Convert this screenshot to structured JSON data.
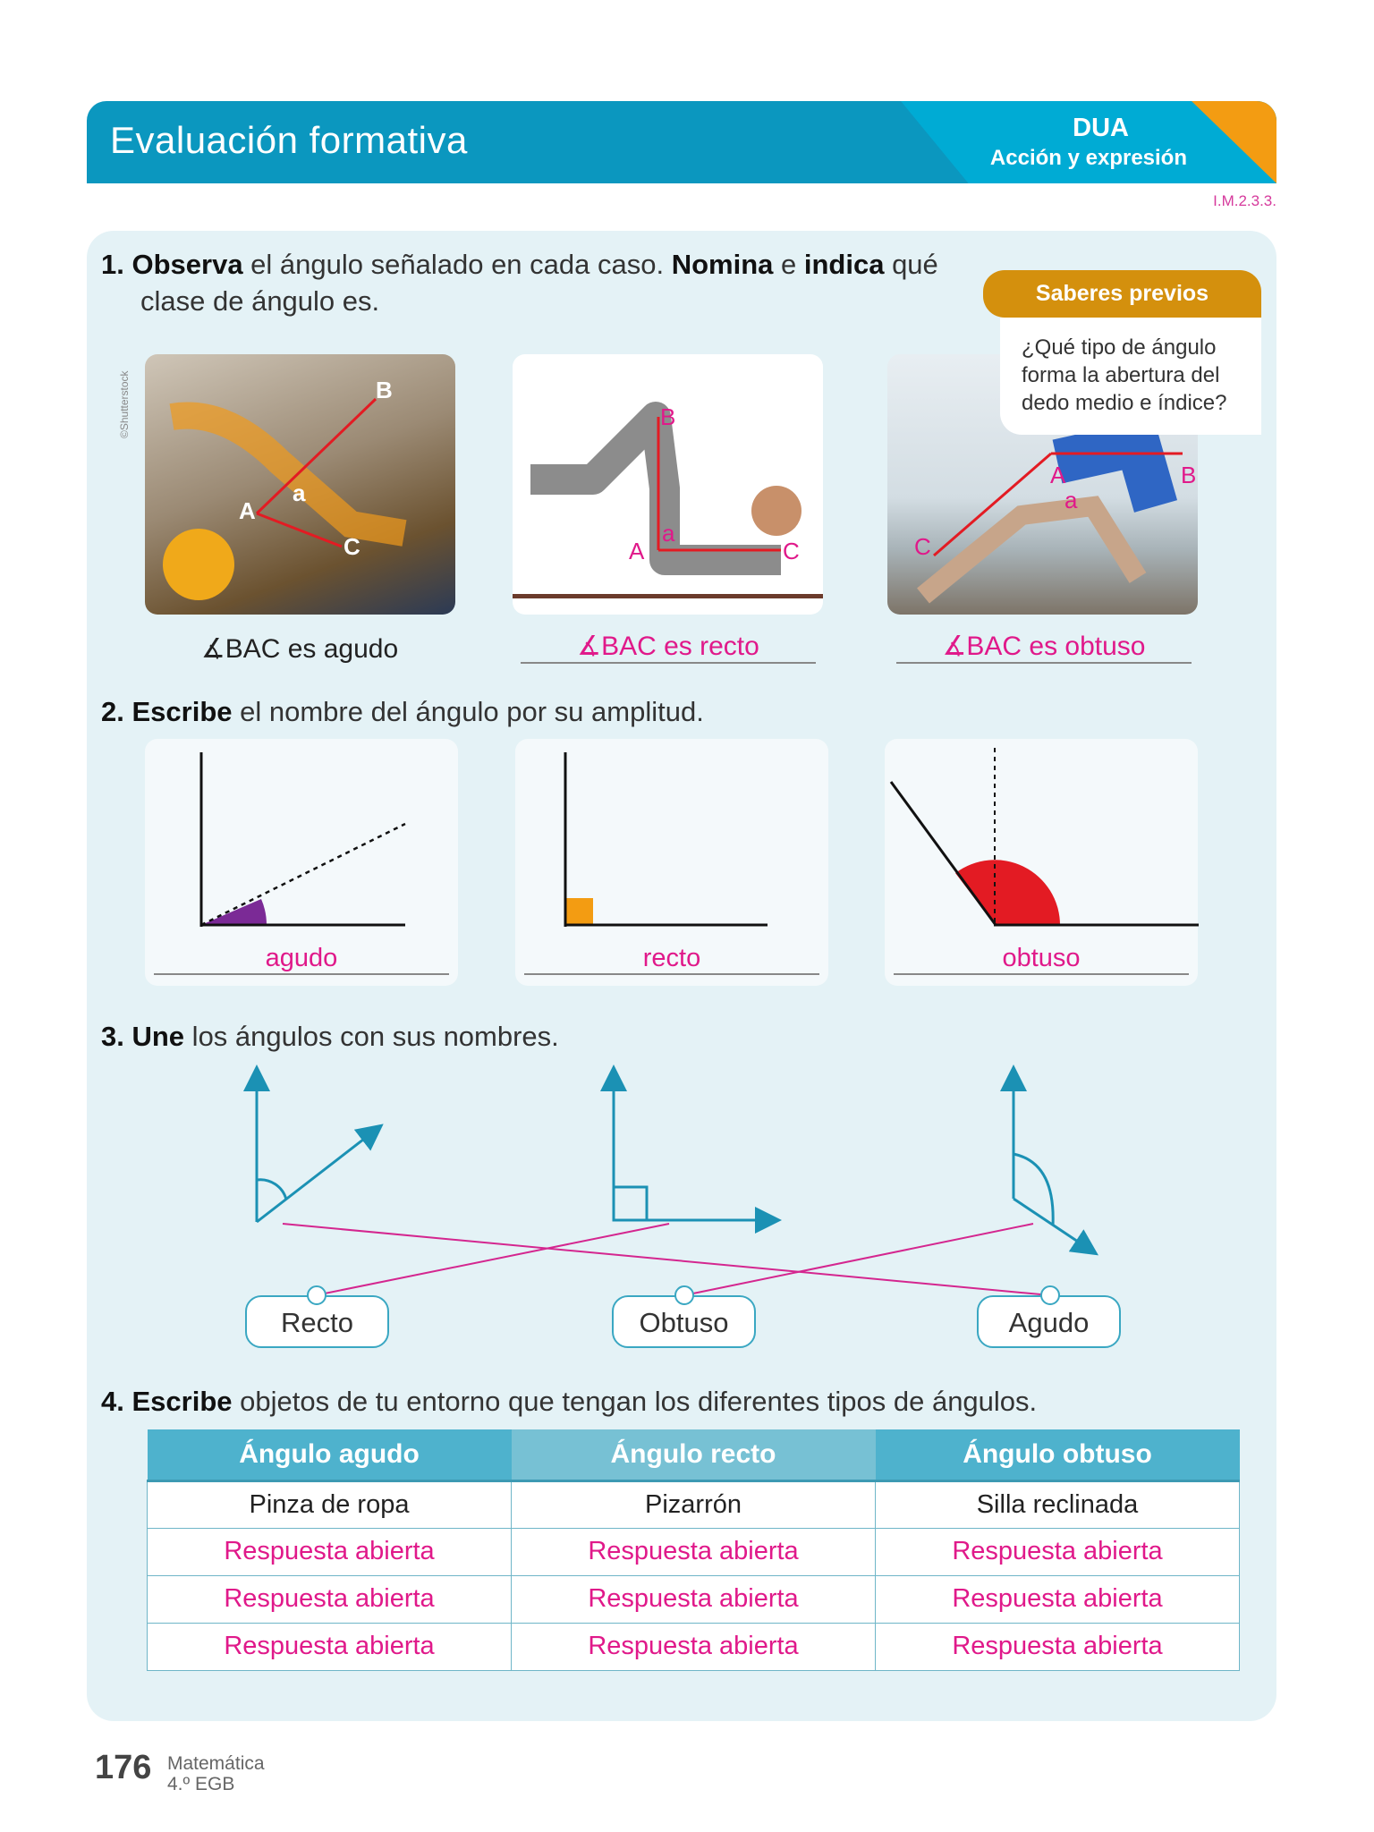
{
  "header": {
    "title": "Evaluación formativa",
    "dua": "DUA",
    "dua_sub": "Acción y expresión",
    "code": "I.M.2.3.3."
  },
  "q1": {
    "number": "1.",
    "b1": "Observa",
    "t1": " el ángulo señalado en cada caso. ",
    "b2": "Nomina",
    "t2": " e ",
    "b3": "indica",
    "t3": " qué",
    "line2": "clase de ángulo es.",
    "credit": "©Shutterstock",
    "photos": [
      {
        "labels": [
          "B",
          "A",
          "a",
          "C"
        ],
        "caption": "∡BAC es agudo"
      },
      {
        "labels": [
          "B",
          "A",
          "a",
          "C"
        ],
        "caption": "∡BAC es recto"
      },
      {
        "labels": [
          "A",
          "B",
          "a",
          "C"
        ],
        "caption": "∡BAC es obtuso"
      }
    ]
  },
  "saberes": {
    "title": "Saberes previos",
    "text": "¿Qué tipo de ángulo forma la abertura del dedo medio e índice?"
  },
  "q2": {
    "number": "2.",
    "bold": "Escribe",
    "text": " el nombre del ángulo por su amplitud.",
    "answers": [
      "agudo",
      "recto",
      "obtuso"
    ],
    "colors": {
      "agudo": "#7b2a96",
      "recto": "#f39c12",
      "obtuso": "#e31b23"
    }
  },
  "q3": {
    "number": "3.",
    "bold": "Une",
    "text": " los ángulos con sus nombres.",
    "options": [
      "Recto",
      "Obtuso",
      "Agudo"
    ]
  },
  "q4": {
    "number": "4.",
    "bold": "Escribe",
    "text": " objetos de tu entorno que tengan los diferentes tipos de ángulos.",
    "headers": [
      "Ángulo agudo",
      "Ángulo recto",
      "Ángulo obtuso"
    ],
    "rows": [
      [
        "Pinza de ropa",
        "Pizarrón",
        "Silla reclinada"
      ],
      [
        "Respuesta abierta",
        "Respuesta abierta",
        "Respuesta abierta"
      ],
      [
        "Respuesta abierta",
        "Respuesta abierta",
        "Respuesta abierta"
      ],
      [
        "Respuesta abierta",
        "Respuesta abierta",
        "Respuesta abierta"
      ]
    ]
  },
  "footer": {
    "page": "176",
    "subject": "Matemática",
    "grade": "4.º EGB"
  }
}
